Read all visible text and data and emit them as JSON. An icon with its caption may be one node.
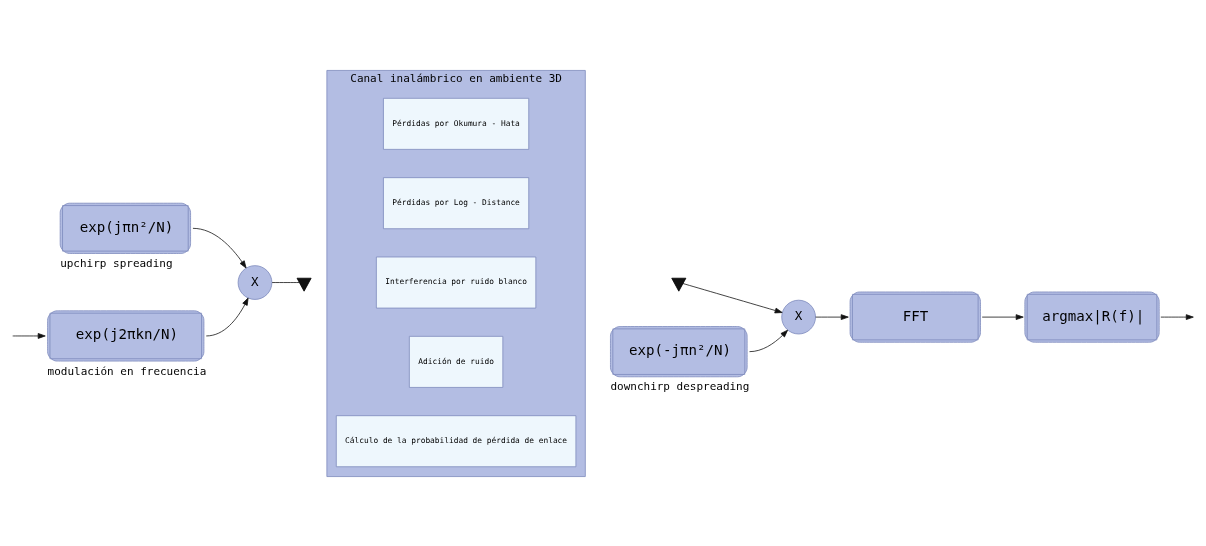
{
  "diagram": {
    "nodes": [
      {
        "text": [
          "exp(jπn²/N)"
        ],
        "beside": [
          "upchirp spreading"
        ]
      },
      {
        "text": [
          "exp(j2πkn/N)"
        ],
        "beside": [
          "modulación en frecuencia"
        ]
      },
      {
        "text": [
          "X"
        ]
      },
      {
        "text": [],
        "shape": "triangle"
      },
      {
        "text": [
          "Canal inalámbrico en ambiente 3D"
        ]
      },
      {
        "text": [
          "Cálculo de la probabilidad de pérdida de enlace"
        ],
        "in": 4
      },
      {
        "text": [
          "Adición de ruido"
        ],
        "in": 4
      },
      {
        "text": [
          "Interferencia por ruido blanco"
        ],
        "in": 4
      },
      {
        "text": [
          "Pérdidas por Log - Distance"
        ],
        "in": 4
      },
      {
        "text": [
          "Pérdidas por Okumura - Hata"
        ],
        "in": 4
      },
      {
        "text": [],
        "shape": "triangle"
      },
      {
        "text": [
          "exp(-jπn²/N)"
        ],
        "beside": [
          "downchirp despreading"
        ]
      },
      {
        "text": [
          "X"
        ]
      },
      {
        "text": [
          "FFT"
        ]
      },
      {
        "text": [
          "argmax|R(f)|"
        ]
      }
    ],
    "edges": [
      {
        "from": null,
        "to": 1,
        "arrow": "to"
      },
      {
        "from": 1,
        "to": 2,
        "arrow": "to"
      },
      {
        "from": 0,
        "to": 2,
        "arrow": "to"
      },
      {
        "from": 2,
        "to": 3,
        "arrow": "none"
      },
      {
        "from": 10,
        "to": 12,
        "arrow": "to"
      },
      {
        "from": 11,
        "to": 12,
        "arrow": "to"
      },
      {
        "from": 12,
        "to": 13,
        "arrow": "to"
      },
      {
        "from": 13,
        "to": 14,
        "arrow": "to"
      },
      {
        "from": 14,
        "to": null,
        "arrow": "to"
      }
    ]
  }
}
